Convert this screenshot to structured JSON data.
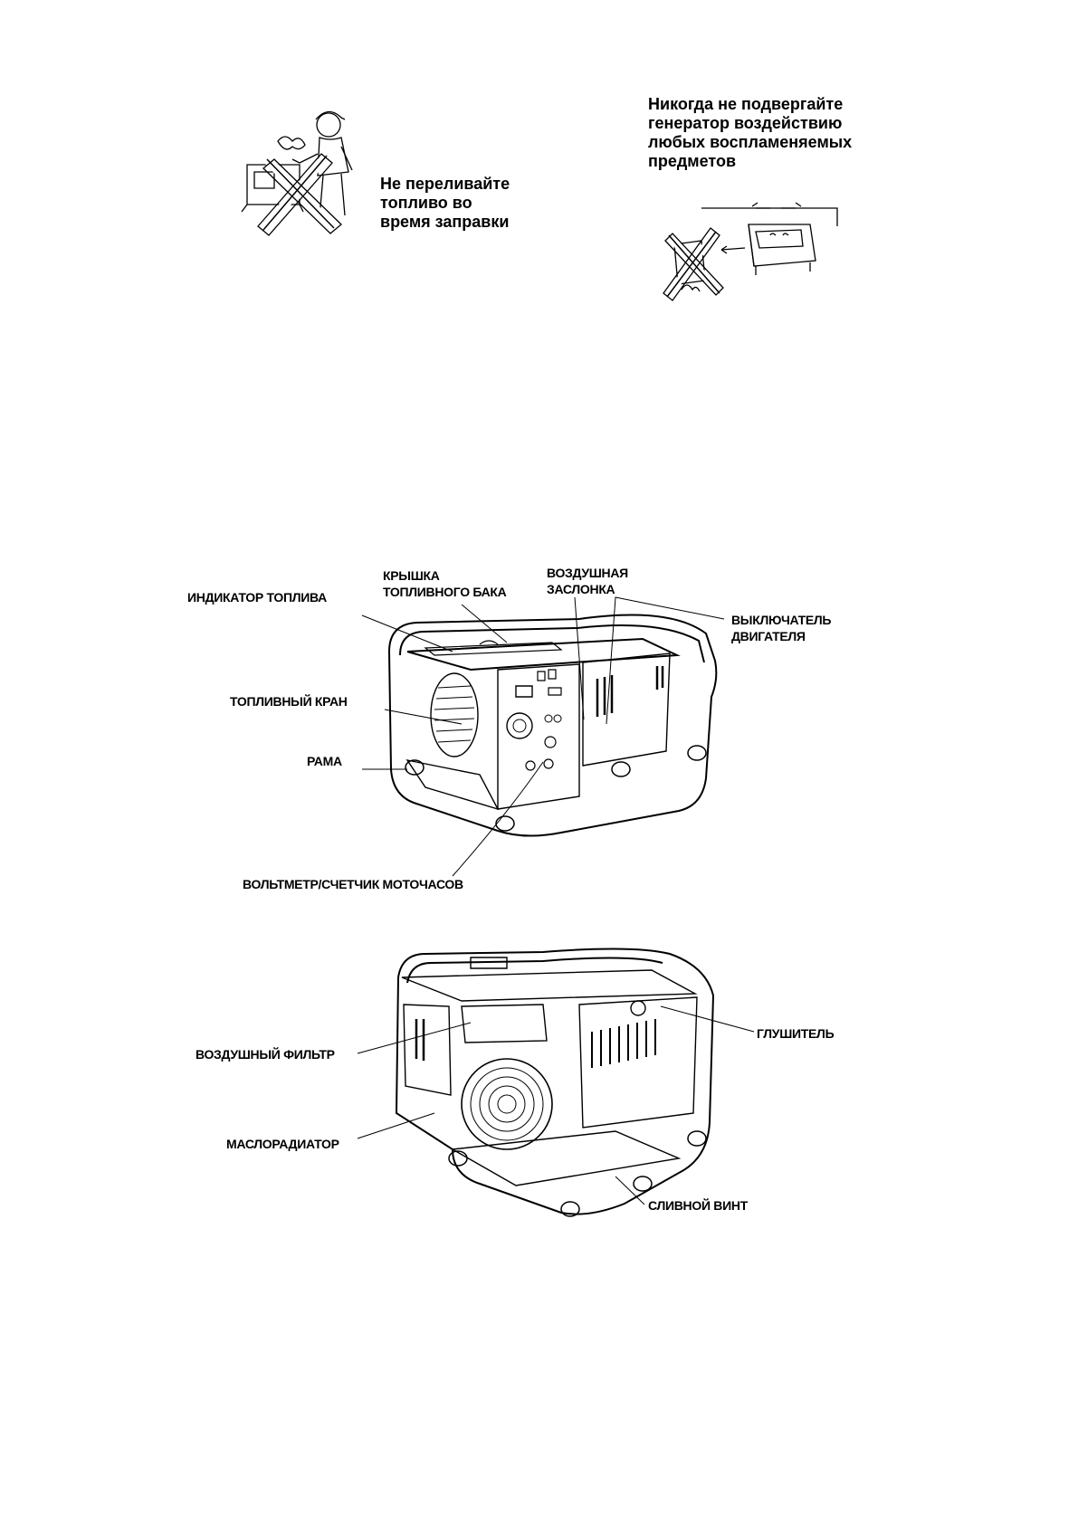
{
  "warnings": {
    "overflow": "Не переливайте\nтопливо во\nвремя заправки",
    "flammable": "Никогда не подвергайте\nгенератор воздействию\nлюбых воспламеняемых\nпредметов"
  },
  "diagram_front": {
    "labels": {
      "fuel_indicator": "ИНДИКАТОР ТОПЛИВА",
      "fuel_cap": "КРЫШКА\nТОПЛИВНОГО БАКА",
      "choke": "ВОЗДУШНАЯ\nЗАСЛОНКА",
      "engine_switch": "ВЫКЛЮЧАТЕЛЬ\nДВИГАТЕЛЯ",
      "fuel_valve": "ТОПЛИВНЫЙ КРАН",
      "frame": "РАМА",
      "voltmeter": "ВОЛЬТМЕТР/СЧЕТЧИК МОТОЧАСОВ"
    }
  },
  "diagram_rear": {
    "labels": {
      "muffler": "ГЛУШИТЕЛЬ",
      "air_filter": "ВОЗДУШНЫЙ ФИЛЬТР",
      "oil_cooler": "МАСЛОРАДИАТОР",
      "drain_screw": "СЛИВНОЙ ВИНТ"
    }
  }
}
